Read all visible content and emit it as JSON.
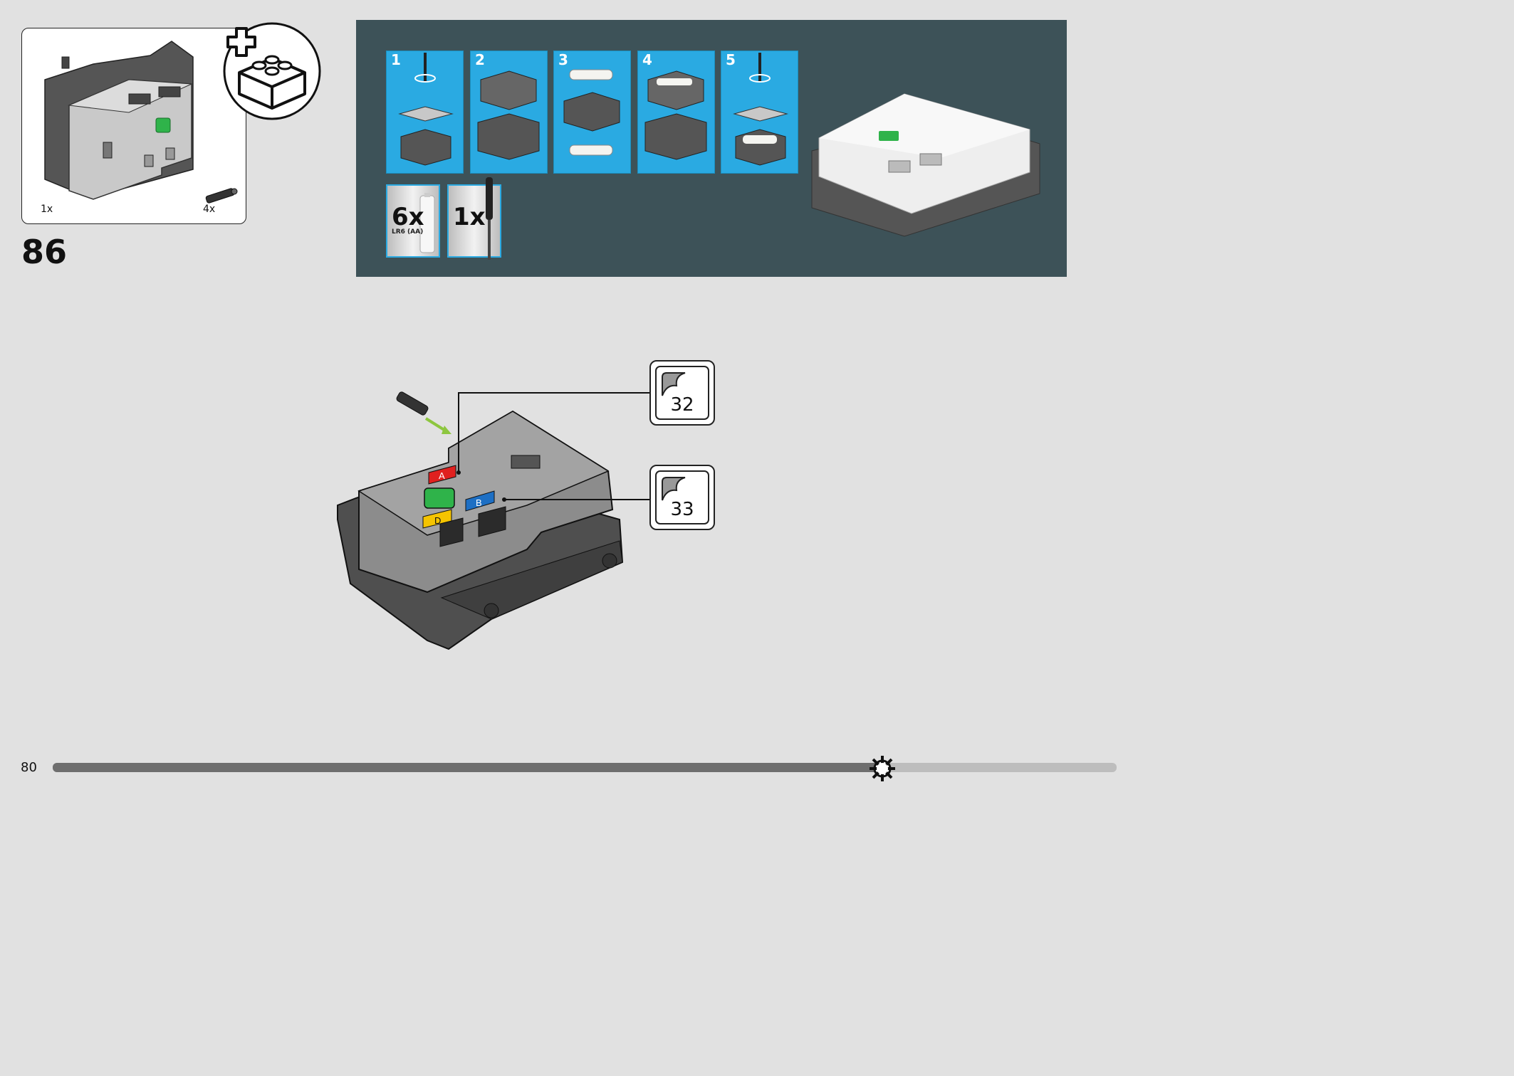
{
  "step": {
    "number": "86"
  },
  "parts": [
    {
      "name": "hub",
      "qty": "1x"
    },
    {
      "name": "pin-connector",
      "qty": "4x"
    }
  ],
  "battery_guide": {
    "steps": [
      "1",
      "2",
      "3",
      "4",
      "5"
    ],
    "batteries": {
      "qty": "6x",
      "type": "LR6 (AA)"
    },
    "screwdriver": {
      "qty": "1x"
    }
  },
  "stickers": [
    {
      "number": "32",
      "label": "A"
    },
    {
      "number": "33",
      "label": "B"
    }
  ],
  "hub_port_labels": [
    "A",
    "B",
    "D"
  ],
  "page": {
    "number": "80",
    "progress": 0.78
  },
  "colors": {
    "panel": "#3d5258",
    "card": "#2aaae2",
    "arrow": "#8dc63f",
    "button": "#2fb34a",
    "label_red": "#e0201f",
    "label_blue": "#1d6fc4",
    "label_yellow": "#f5c400"
  }
}
